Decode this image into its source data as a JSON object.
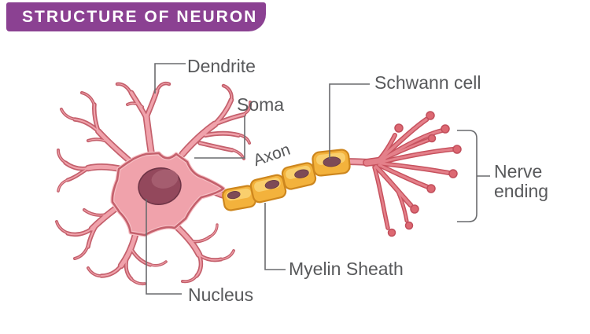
{
  "header": {
    "title": "STRUCTURE OF NEURON"
  },
  "labels": {
    "dendrite": "Dendrite",
    "soma": "Soma",
    "schwann_cell": "Schwann cell",
    "axon": "Axon",
    "nerve_ending": "Nerve ending",
    "myelin_sheath": "Myelin Sheath",
    "nucleus": "Nucleus"
  },
  "colors": {
    "banner_bg": "#8b4192",
    "banner_text": "#ffffff",
    "label_text": "#58595b",
    "leader_line": "#6a6b6e",
    "soma_fill": "#f0a2ab",
    "soma_inner_rim": "#f6c0c5",
    "soma_outline": "#c4606c",
    "nucleus_fill": "#93485c",
    "nucleus_highlight": "#a55d6f",
    "myelin_fill": "#f3b23c",
    "myelin_highlight": "#f9cf6d",
    "myelin_outline": "#cd861d",
    "schwann_nucleus": "#7d4a56",
    "nerve_branch_fill": "#e4808a",
    "nerve_branch_outline": "#c7525e",
    "bouton_fill": "#dd6872"
  }
}
